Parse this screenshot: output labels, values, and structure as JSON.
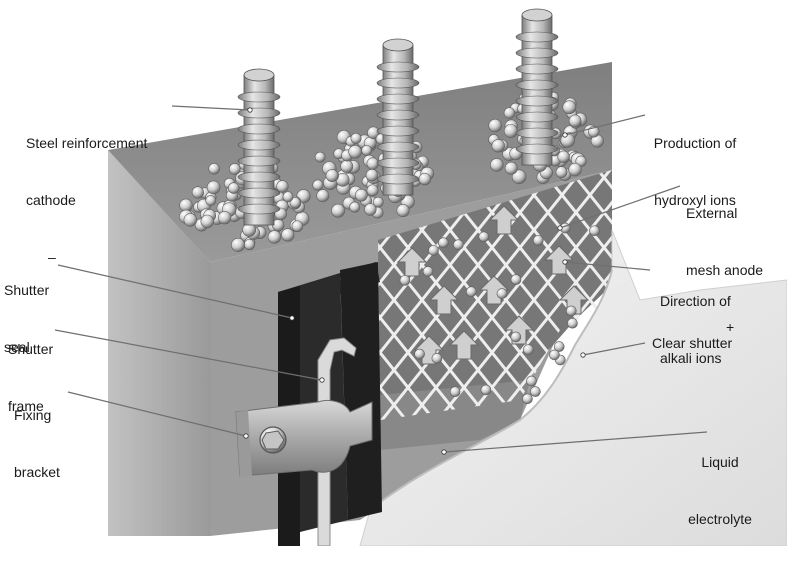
{
  "labels": {
    "steel_line1": "Steel reinforcement",
    "steel_line2": "cathode",
    "steel_sign": "–",
    "hydroxyl_line1": "Production of",
    "hydroxyl_line2": "hydroxyl ions",
    "anode_line1": "External",
    "anode_line2": "mesh anode",
    "anode_sign": "+",
    "shutter_seal_line1": "Shutter",
    "shutter_seal_line2": "seal",
    "alkali_line1": "Direction of",
    "alkali_line2": "alkali ions",
    "shutter_frame_line1": "Shutter",
    "shutter_frame_line2": "frame",
    "clear_shutter": "Clear shutter",
    "fixing_line1": "Fixing",
    "fixing_line2": "bracket",
    "electrolyte_line1": "Liquid",
    "electrolyte_line2": "electrolyte"
  },
  "colors": {
    "concrete_top": "#8e8e8e",
    "concrete_front": "#9d9d9d",
    "concrete_side": "#b3b3b3",
    "inner_face": "#7a7a7a",
    "electrolyte": "#8a8a8a",
    "frame": "#1b1b1b",
    "shutter": "#e9e9e9",
    "mesh": "#eeeeee",
    "ball": "#d9d9d9",
    "leader": "#6f6f6f"
  }
}
